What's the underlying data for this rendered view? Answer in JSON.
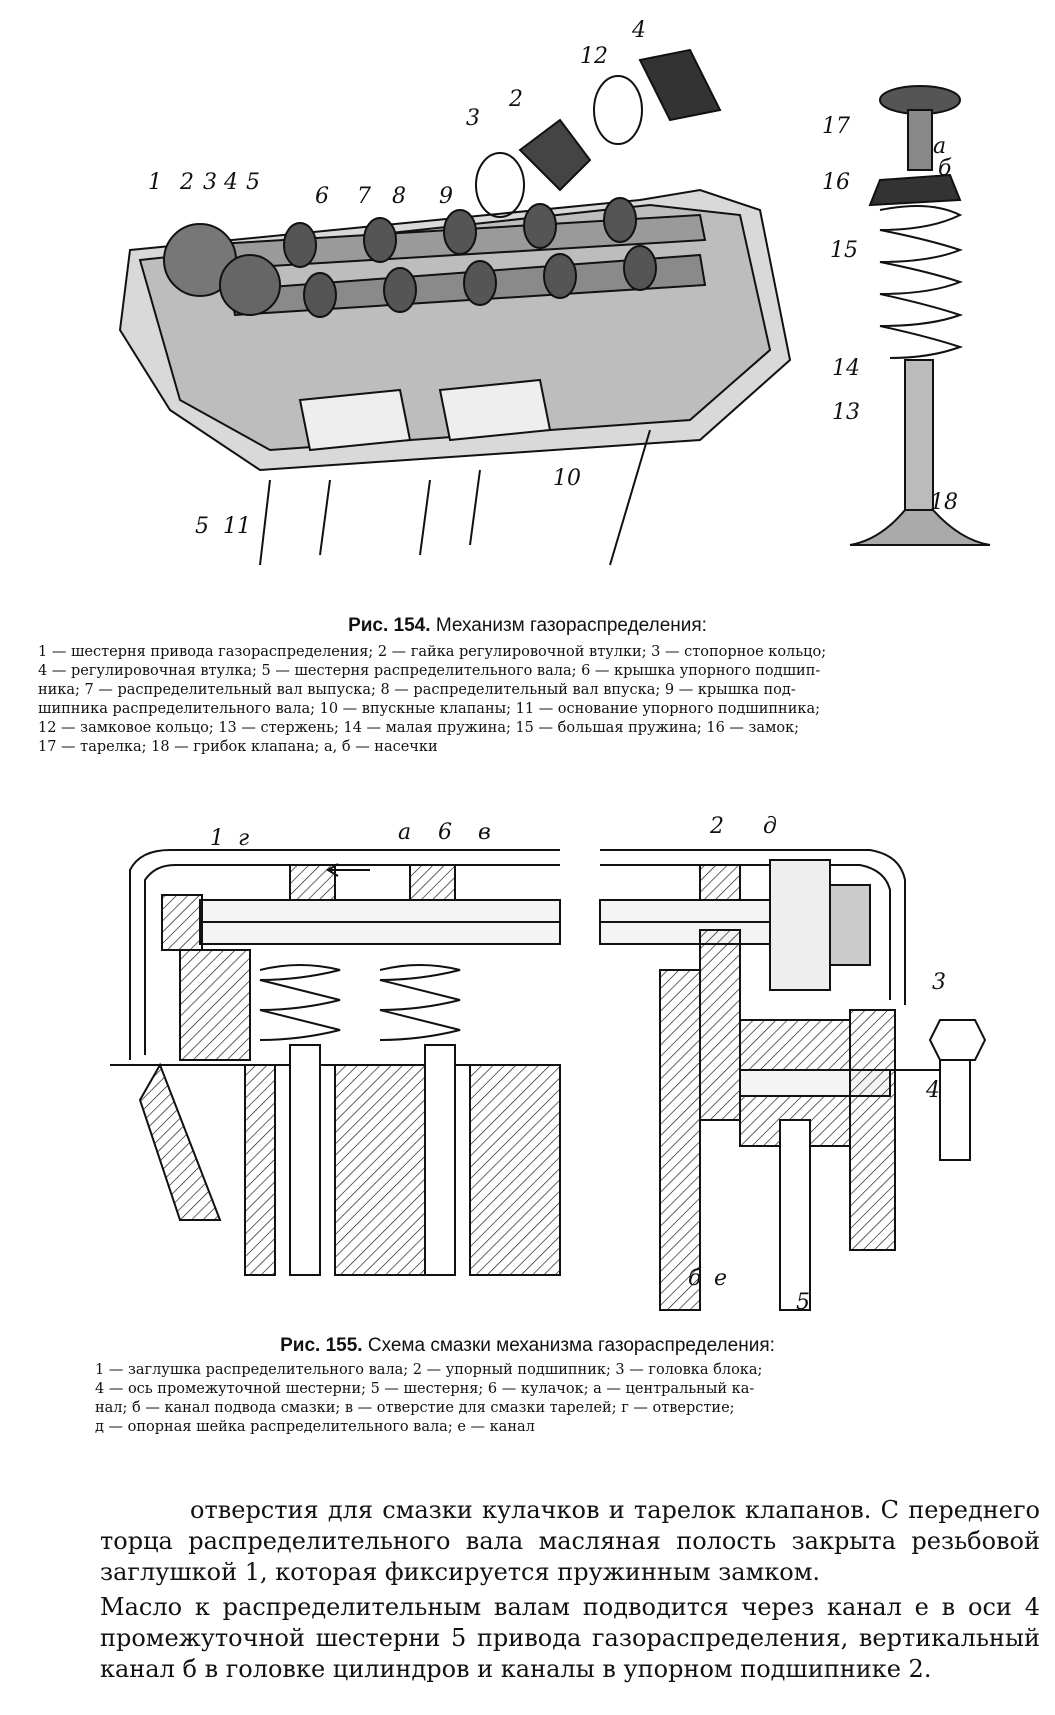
{
  "fig154": {
    "title_num": "Рис. 154.",
    "title_text": "Механизм газораспределения:",
    "legend": [
      "1 — шестерня привода газораспределения; 2 — гайка регулировочной втулки; 3 — стопорное кольцо;",
      "4 — регулировочная втулка; 5 — шестерня распределительного вала; 6 — крышка упорного подшип-",
      "ника; 7 — распределительный вал выпуска; 8 — распределительный вал впуска; 9 — крышка под-",
      "шипника распределительного вала; 10 — впускные клапаны; 11 — основание упорного подшипника;",
      "12 — замковое кольцо; 13 — стержень; 14 — малая пружина; 15 — большая пружина; 16 — замок;",
      "17 — тарелка; 18 — грибок клапана; а, б — насечки"
    ],
    "callouts": {
      "c1": "1",
      "c2": "2",
      "c3": "3",
      "c4": "4",
      "c5": "5",
      "c6": "6",
      "c7": "7",
      "c8": "8",
      "c9": "9",
      "c3b": "3",
      "c2b": "2",
      "c12": "12",
      "c4b": "4",
      "c5b": "5",
      "c11": "11",
      "c10": "10",
      "c17": "17",
      "ca": "а",
      "cb": "б",
      "c16": "16",
      "c15": "15",
      "c14": "14",
      "c13": "13",
      "c18": "18"
    }
  },
  "fig155": {
    "title_num": "Рис. 155.",
    "title_text": "Схема смазки механизма газораспределения:",
    "legend": [
      "1 — заглушка распределительного вала; 2 — упорный подшипник; 3 — головка блока;",
      "4 — ось промежуточной шестерни; 5 — шестерня; 6 — кулачок; а — центральный ка-",
      "нал; б — канал подвода смазки; в — отверстие для смазки тарелей; г — отверстие;",
      "д — опорная шейка распределительного вала; е — канал"
    ],
    "callouts": {
      "l1": "1",
      "lg": "г",
      "la": "а",
      "l6": "6",
      "lv": "в",
      "r2": "2",
      "rd": "д",
      "r3": "3",
      "r4": "4",
      "rb": "б",
      "re": "е",
      "r5": "5"
    }
  },
  "body": {
    "p1": "отверстия для смазки кулачков и тарелок клапанов. С переднего торца распределительного вала масляная полость закрыта резьбовой заглушкой 1, которая фиксируется пружинным замком.",
    "p2": "Масло к распределительным валам подводится через канал е в оси 4 промежуточной шестерни 5 привода газораспределения, вертикальный канал б в головке цилиндров и каналы в упорном подшипнике 2."
  }
}
